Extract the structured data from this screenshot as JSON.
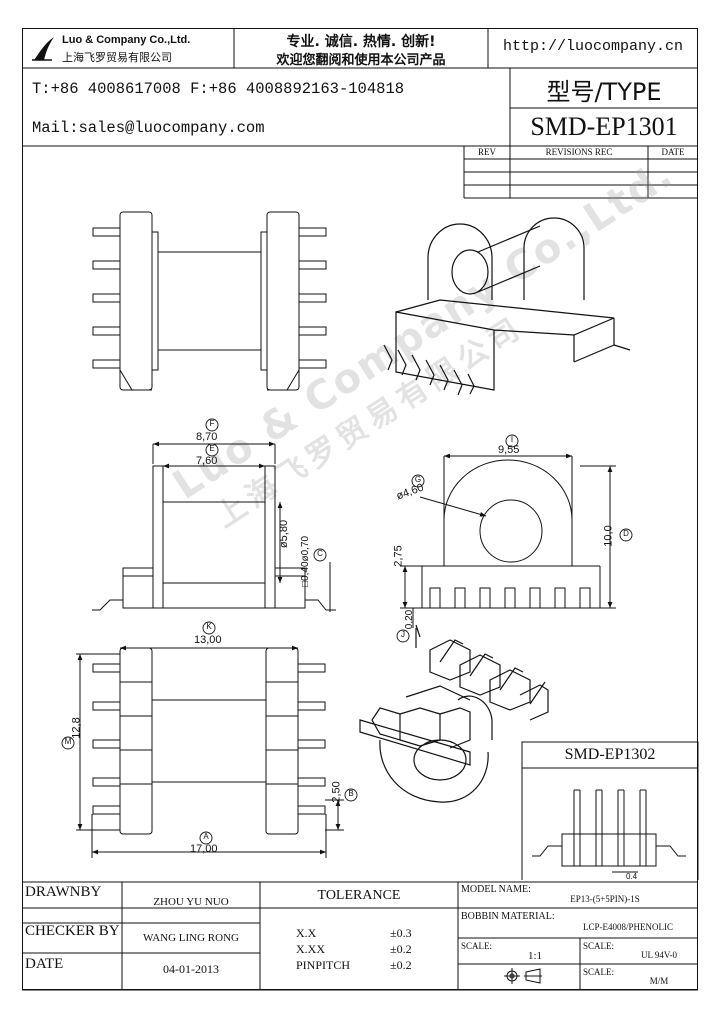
{
  "header": {
    "company_en": "Luo & Company Co.,Ltd.",
    "company_cn": "上海飞罗贸易有限公司",
    "slogan_1": "专业. 诚信. 热情. 创新!",
    "slogan_2": "欢迎您翻阅和使用本公司产品",
    "website": "http://luocompany.cn",
    "phone": "T:+86 4008617008 F:+86 4008892163-104818",
    "mail": "Mail:sales@luocompany.com",
    "type_label": "型号/TYPE",
    "type_value": "SMD-EP1301"
  },
  "revisions": {
    "columns": [
      "REV",
      "REVISIONS REC",
      "DATE"
    ],
    "rows": 3
  },
  "watermark": {
    "line_1": "Luo & Company Co.,Ltd.",
    "line_2": "上海飞罗贸易有限公司"
  },
  "dimensions": {
    "f_label": "F",
    "f_value": "8,70",
    "e_label": "E",
    "e_value": "7,60",
    "i_label": "I",
    "i_value": "9,55",
    "g_label": "G",
    "g_value": "ø4,60",
    "d_label": "D",
    "d_value": "10,0",
    "h_value": "2,75",
    "pin_value": "ø5,80",
    "c_label": "C",
    "c_value": "□0,40ø0,70",
    "j_label": "J",
    "j_value": "0,20",
    "k_label": "K",
    "k_value": "13,00",
    "m_label": "M",
    "m_value": "12,8",
    "b_label": "B",
    "b_value": "2,50",
    "a_label": "A",
    "a_value": "17,00"
  },
  "inset": {
    "title": "SMD-EP1302",
    "dim": "0.4"
  },
  "title_block": {
    "drawnby_label": "DRAWNBY",
    "drawnby_value": "ZHOU YU NUO",
    "checker_label": "CHECKER BY",
    "checker_value": "WANG LING RONG",
    "date_label": "DATE",
    "date_value": "04-01-2013",
    "tolerance_label": "TOLERANCE",
    "tol_1_key": "X.X",
    "tol_1_val": "±0.3",
    "tol_2_key": "X.XX",
    "tol_2_val": "±0.2",
    "tol_3_key": "PINPITCH",
    "tol_3_val": "±0.2",
    "model_label": "MODEL NAME:",
    "model_value": "EP13-(5+5PIN)-1S",
    "bobbin_label": "BOBBIN MATERIAL:",
    "bobbin_value": "LCP-E4008/PHENOLIC",
    "scale_label": "SCALE:",
    "scale_value": "1:1",
    "scale2_label": "SCALE:",
    "scale2_value": "UL 94V-0",
    "scale3_label": "SCALE:",
    "scale3_value": "M/M"
  },
  "colors": {
    "line": "#111111",
    "watermark": "#969696"
  }
}
